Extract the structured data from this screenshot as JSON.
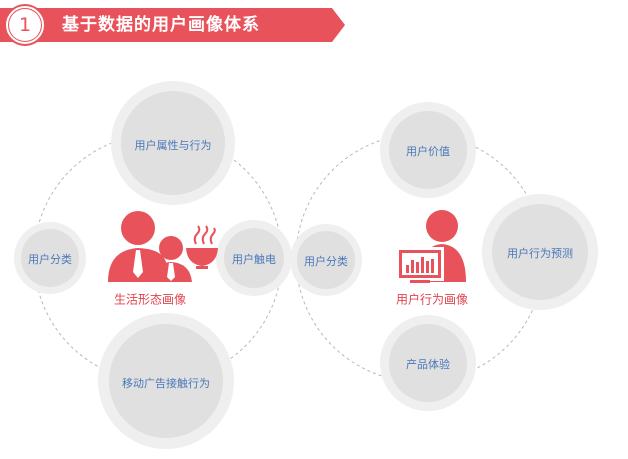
{
  "header": {
    "step_number": "1",
    "title": "基于数据的用户画像体系"
  },
  "left_group": {
    "top_node": "用户属性与行为",
    "left_node": "用户分类",
    "right_node": "用户触电",
    "bottom_node": "移动广告接触行为",
    "center_caption": "生活形态画像",
    "center_icon": "family-with-bowl-icon"
  },
  "right_group": {
    "top_node": "用户价值",
    "left_node": "用户分类",
    "right_node": "用户行为预测",
    "bottom_node": "产品体验",
    "center_caption": "用户行为画像",
    "center_icon": "user-at-monitor-icon"
  },
  "colors": {
    "accent": "#e8525b",
    "label_blue": "#4a78b8",
    "node_outer": "#ececec",
    "node_inner": "#dcdcdc",
    "dashed_ring": "#b8b8b8"
  }
}
